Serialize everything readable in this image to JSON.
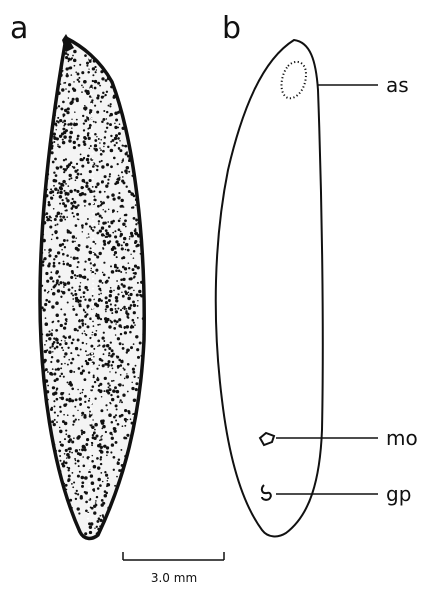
{
  "panels": [
    {
      "letter": "a"
    },
    {
      "letter": "b"
    }
  ],
  "callouts": [
    {
      "label": "as"
    },
    {
      "label": "mo"
    },
    {
      "label": "gp"
    }
  ],
  "scale_bar": {
    "label": "3.0 mm"
  }
}
